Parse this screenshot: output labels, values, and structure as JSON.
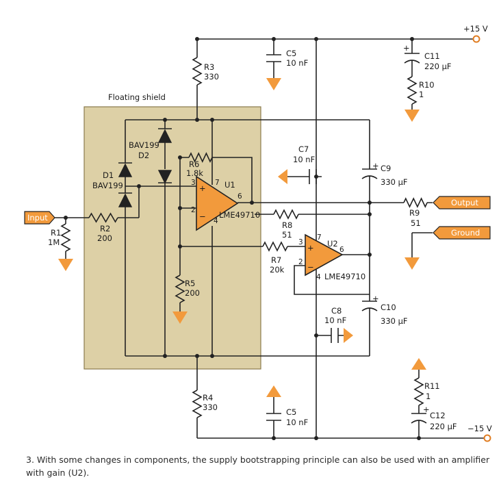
{
  "schematic": {
    "shield_label": "Floating shield",
    "supply": {
      "positive": "+15 V",
      "negative": "−15 V"
    },
    "tags": {
      "input": "Input",
      "output": "Output",
      "ground": "Ground"
    },
    "opamps": {
      "u1": {
        "ref": "U1",
        "part": "LME49710",
        "pin_plus": "3",
        "pin_minus": "2",
        "pin_out": "6",
        "pin_vp": "7",
        "pin_vn": "4"
      },
      "u2": {
        "ref": "U2",
        "part": "LME49710",
        "pin_plus": "3",
        "pin_minus": "2",
        "pin_out": "6",
        "pin_vp": "7",
        "pin_vn": "4"
      }
    },
    "opamp_signs": {
      "plus": "+",
      "minus": "−"
    },
    "diodes": {
      "d1": {
        "ref": "D1",
        "part": "BAV199"
      },
      "d2": {
        "ref": "D2",
        "part": "BAV199"
      }
    },
    "resistors": {
      "r1": {
        "ref": "R1",
        "value": "1M"
      },
      "r2": {
        "ref": "R2",
        "value": "200"
      },
      "r3": {
        "ref": "R3",
        "value": "330"
      },
      "r4": {
        "ref": "R4",
        "value": "330"
      },
      "r5": {
        "ref": "R5",
        "value": "200"
      },
      "r6": {
        "ref": "R6",
        "value": "1.8k"
      },
      "r7": {
        "ref": "R7",
        "value": "20k"
      },
      "r8": {
        "ref": "R8",
        "value": "51"
      },
      "r9": {
        "ref": "R9",
        "value": "51"
      },
      "r10": {
        "ref": "R10",
        "value": "1"
      },
      "r11": {
        "ref": "R11",
        "value": "1"
      }
    },
    "capacitors": {
      "c5_top": {
        "ref": "C5",
        "value": "10 nF"
      },
      "c5_bottom": {
        "ref": "C5",
        "value": "10 nF"
      },
      "c7": {
        "ref": "C7",
        "value": "10 nF"
      },
      "c8": {
        "ref": "C8",
        "value": "10 nF"
      },
      "c9": {
        "ref": "C9",
        "value": "330 µF"
      },
      "c10": {
        "ref": "C10",
        "value": "330 µF"
      },
      "c11": {
        "ref": "C11",
        "value": "220 µF"
      },
      "c12": {
        "ref": "C12",
        "value": "220 µF"
      }
    },
    "polarity_mark": "+"
  },
  "caption": "3. With some changes in components, the supply bootstrapping principle can also be used with an amplifier with gain (U2)."
}
